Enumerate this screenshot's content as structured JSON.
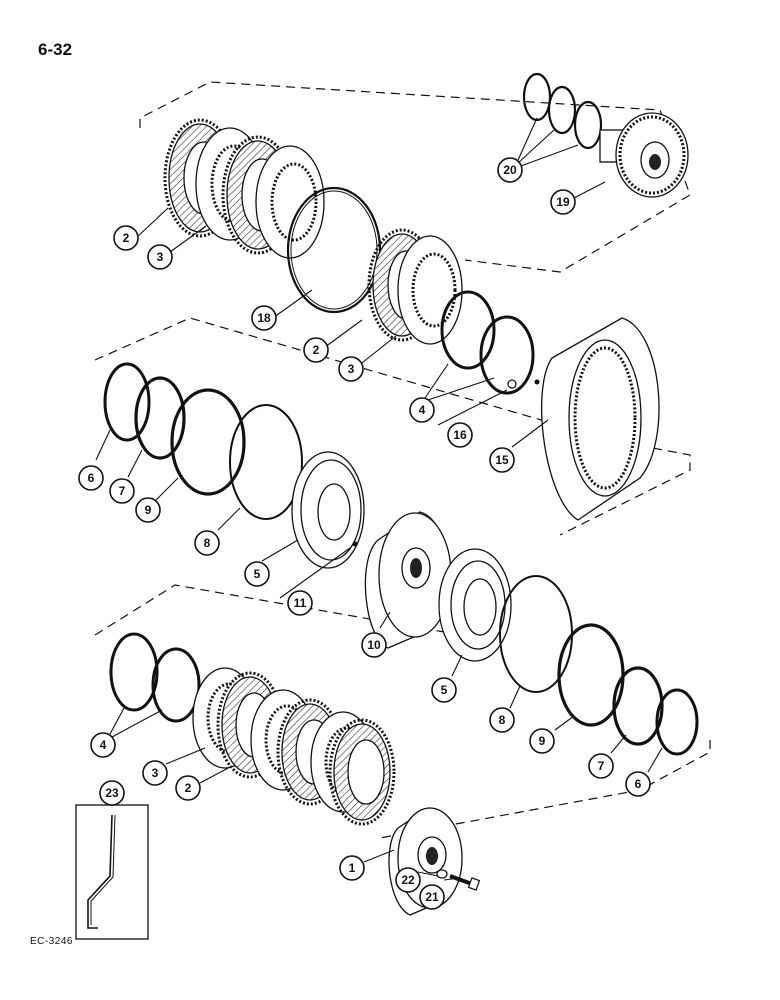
{
  "header": {
    "page_number": "6-32"
  },
  "footer": {
    "figure_code": "EC-3246"
  },
  "callouts": [
    {
      "id": "c-2a",
      "label": "2"
    },
    {
      "id": "c-3a",
      "label": "3"
    },
    {
      "id": "c-18",
      "label": "18"
    },
    {
      "id": "c-2b",
      "label": "2"
    },
    {
      "id": "c-3b",
      "label": "3"
    },
    {
      "id": "c-20",
      "label": "20"
    },
    {
      "id": "c-19",
      "label": "19"
    },
    {
      "id": "c-4a",
      "label": "4"
    },
    {
      "id": "c-16",
      "label": "16"
    },
    {
      "id": "c-15",
      "label": "15"
    },
    {
      "id": "c-6a",
      "label": "6"
    },
    {
      "id": "c-7a",
      "label": "7"
    },
    {
      "id": "c-9a",
      "label": "9"
    },
    {
      "id": "c-8a",
      "label": "8"
    },
    {
      "id": "c-5a",
      "label": "5"
    },
    {
      "id": "c-11",
      "label": "11"
    },
    {
      "id": "c-10",
      "label": "10"
    },
    {
      "id": "c-5b",
      "label": "5"
    },
    {
      "id": "c-8b",
      "label": "8"
    },
    {
      "id": "c-9b",
      "label": "9"
    },
    {
      "id": "c-7b",
      "label": "7"
    },
    {
      "id": "c-6b",
      "label": "6"
    },
    {
      "id": "c-4b",
      "label": "4"
    },
    {
      "id": "c-3c",
      "label": "3"
    },
    {
      "id": "c-2c",
      "label": "2"
    },
    {
      "id": "c-23",
      "label": "23"
    },
    {
      "id": "c-1",
      "label": "1"
    },
    {
      "id": "c-22",
      "label": "22"
    },
    {
      "id": "c-21",
      "label": "21"
    }
  ]
}
